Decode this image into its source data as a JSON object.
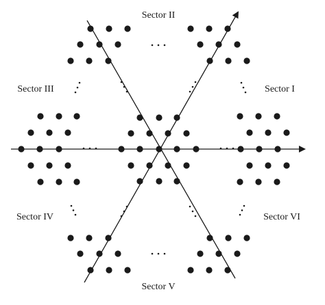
{
  "sector_labels": {
    "s1": "Sector I",
    "s2": "Sector II",
    "s3": "Sector III",
    "s4": "Sector IV",
    "s5": "Sector V",
    "s6": "Sector VI"
  },
  "ellipsis": "· · ·",
  "colors": {
    "ink": "#1a1a1a",
    "background": "#ffffff"
  }
}
